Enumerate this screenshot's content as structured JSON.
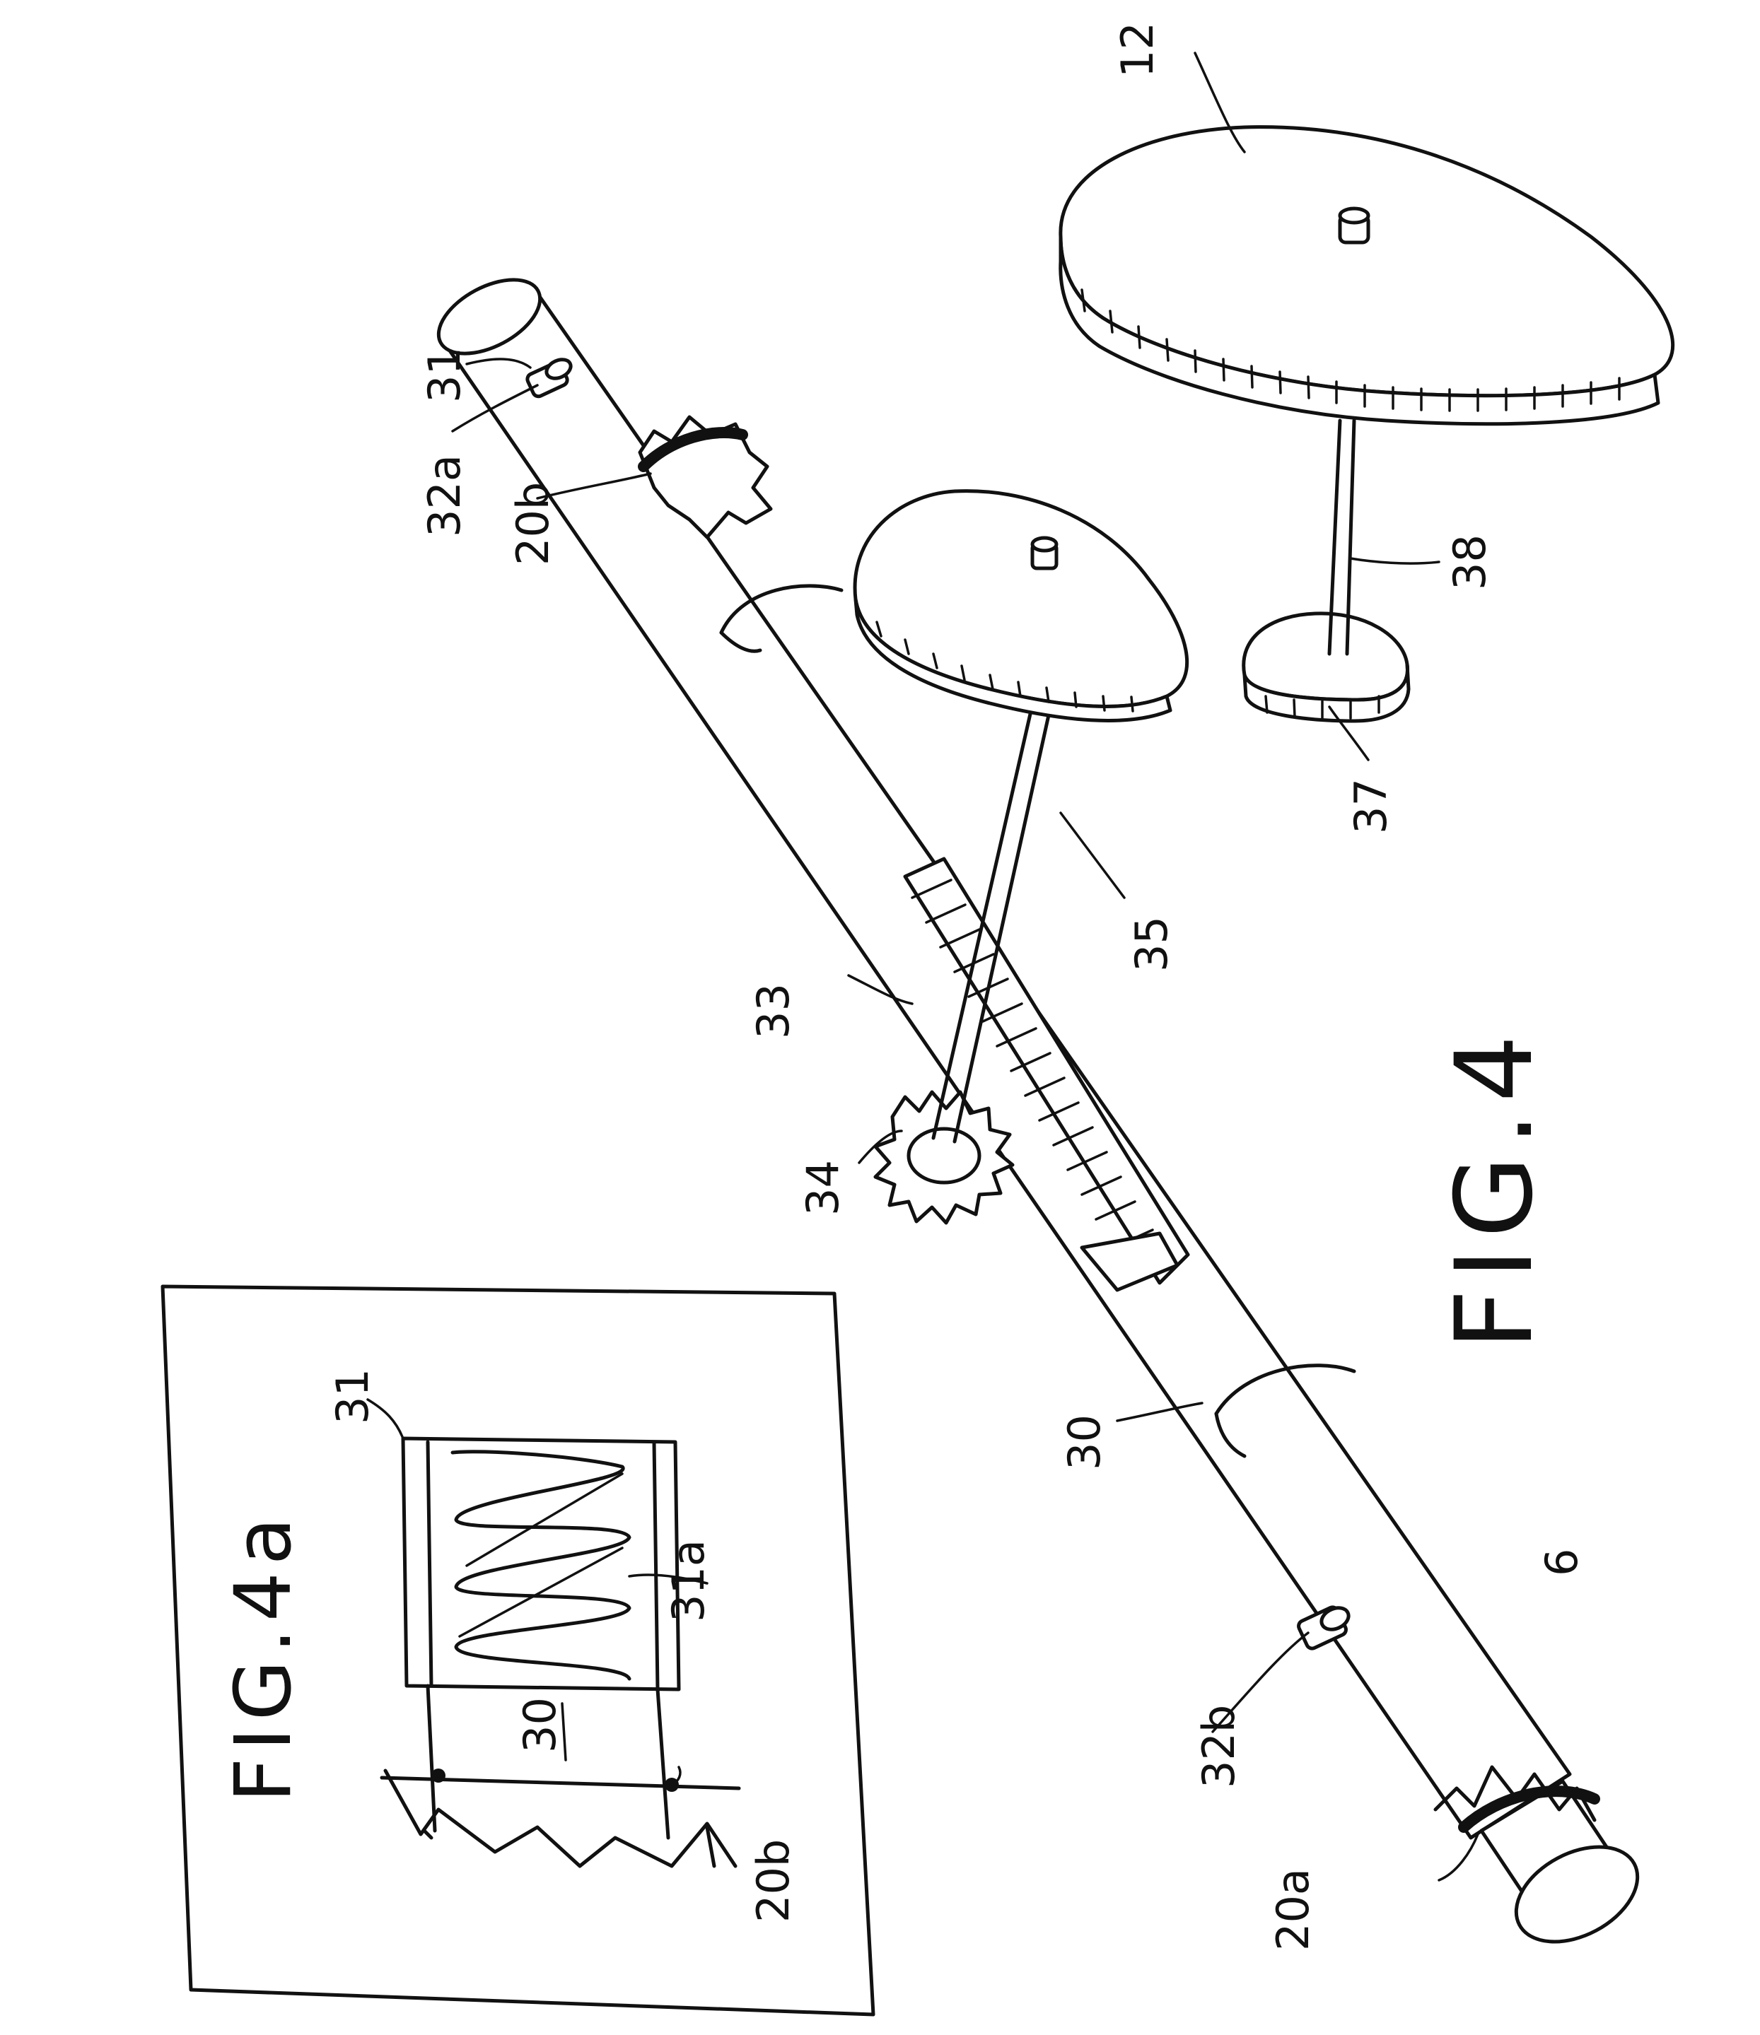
{
  "figure_main": {
    "title": "FIG.4"
  },
  "figure_inset": {
    "title": "FIG.4a"
  },
  "labels": {
    "l12": "12",
    "l31": "31",
    "l32a": "32a",
    "l20b": "20b",
    "l38": "38",
    "l37": "37",
    "l35": "35",
    "l33": "33",
    "l34": "34",
    "l30": "30",
    "l6": "6",
    "l32b": "32b",
    "l20a": "20a",
    "inset_l31": "31",
    "inset_l31a": "31a",
    "inset_l30": "30",
    "inset_l20b": "20b"
  },
  "colors": {
    "ink": "#111111",
    "paper": "#ffffff"
  }
}
